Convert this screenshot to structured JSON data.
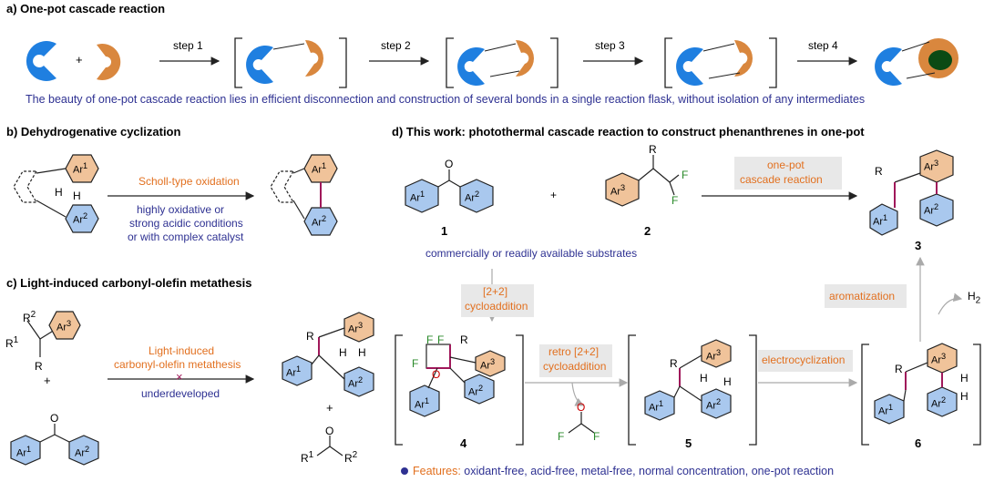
{
  "section_a": {
    "title": "a) One-pot cascade reaction",
    "plus": "+",
    "steps": [
      "step 1",
      "step 2",
      "step 3",
      "step 4"
    ],
    "caption": "The beauty of one-pot cascade reaction lies in efficient disconnection and construction of several bonds in a single reaction flask, without isolation of any intermediates"
  },
  "section_b": {
    "title": "b) Dehydrogenative cyclization",
    "arrow_top": "Scholl-type oxidation",
    "arrow_bottom": [
      "highly oxidative or",
      "strong acidic conditions",
      "or with complex catalyst"
    ],
    "atoms": {
      "ar1": "Ar",
      "ar1_sup": "1",
      "ar2": "Ar",
      "ar2_sup": "2",
      "h": "H"
    }
  },
  "section_c": {
    "title": "c) Light-induced carbonyl-olefin metathesis",
    "arrow_top": [
      "Light-induced",
      "carbonyl-olefin metathesis"
    ],
    "arrow_bottom": "underdeveloped",
    "cross": "×",
    "plus": "+",
    "atoms": {
      "r": "R",
      "r1": "R",
      "r1_sup": "1",
      "r2": "R",
      "r2_sup": "2",
      "ar": "Ar",
      "o": "O",
      "h": "H"
    }
  },
  "section_d": {
    "title": "d) This work: photothermal cascade reaction  to construct phenanthrenes in one-pot",
    "plus": "+",
    "substrates_caption": "commercially or readily available substrates",
    "compounds": [
      "1",
      "2",
      "3",
      "4",
      "5",
      "6"
    ],
    "box_one_pot": [
      "one-pot",
      "cascade reaction"
    ],
    "box_cycloaddition": [
      "[2+2]",
      "cycloaddition"
    ],
    "box_retro": [
      "retro [2+2]",
      "cycloaddition"
    ],
    "box_electro": "electrocyclization",
    "box_aromatization": "aromatization",
    "h2": "H",
    "h2_sub": "2",
    "atoms": {
      "f": "F",
      "o": "O",
      "r": "R",
      "h": "H",
      "ar": "Ar"
    },
    "features_label": "Features:",
    "features_text": " oxidant-free, acid-free, metal-free, normal concentration, one-pot reaction"
  },
  "colors": {
    "blue_ring": "#a9c8ee",
    "orange_ring": "#f0c39a",
    "blue_pac": "#1f7fe0",
    "orange_pac": "#d9873e",
    "dark_green": "#0b4a14",
    "bond_purple": "#a0185a",
    "text_blue": "#2e3192",
    "text_orange": "#e2701f",
    "box_gray": "#e8e8e8"
  }
}
